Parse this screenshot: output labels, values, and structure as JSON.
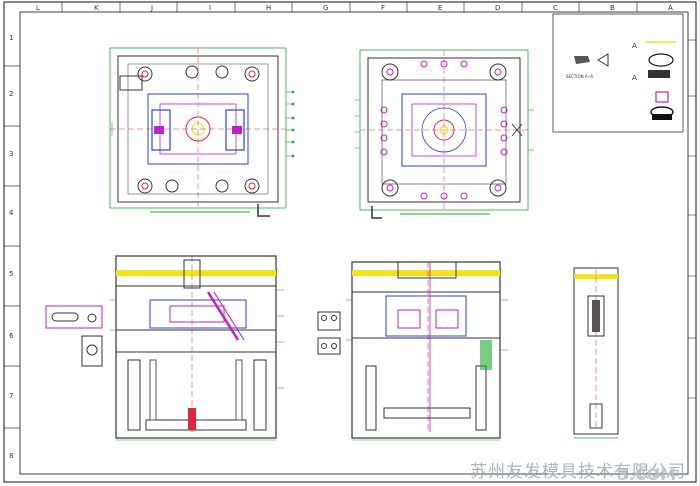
{
  "sheet": {
    "column_labels": [
      "L",
      "K",
      "J",
      "I",
      "H",
      "G",
      "F",
      "E",
      "D",
      "C",
      "B",
      "A"
    ],
    "row_labels": [
      "1",
      "2",
      "3",
      "4",
      "5",
      "6",
      "7",
      "8"
    ]
  },
  "detail_box": {
    "section_label": "SECTION A--A",
    "marker_a1": "A",
    "marker_a2": "A"
  },
  "watermark": {
    "company": "苏州友发模具技术有限公司",
    "site": "3.COM"
  },
  "colors": {
    "frame": "#111111",
    "outline": "#333333",
    "green": "#1faa33",
    "blue": "#2a44d8",
    "magenta": "#c21ec8",
    "red": "#e0263a",
    "yellow": "#f1e21b",
    "dark_gray": "#555555"
  }
}
